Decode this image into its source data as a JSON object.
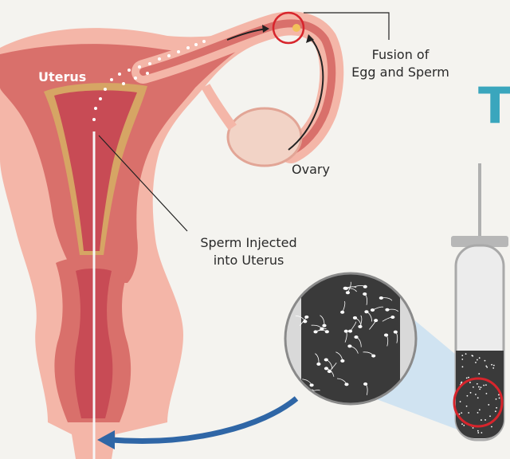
{
  "labels": {
    "uterus": "Uterus",
    "fusion_line1": "Fusion of",
    "fusion_line2": "Egg and Sperm",
    "ovary": "Ovary",
    "sperm_line1": "Sperm Injected",
    "sperm_line2": "into Uterus"
  },
  "partial_title": "T",
  "colors": {
    "background": "#f4f3ef",
    "outer_tissue": "#f4b6a8",
    "inner_tissue": "#d9706b",
    "lining": "#d6a564",
    "cavity": "#c84b55",
    "ovary": "#f2d3c6",
    "highlight_ring": "#d7252c",
    "arrow": "#2f66a6",
    "title_accent": "#3aa6bd",
    "sample_dark": "#3a3a3a",
    "tube_glass": "#c9c9c9"
  }
}
